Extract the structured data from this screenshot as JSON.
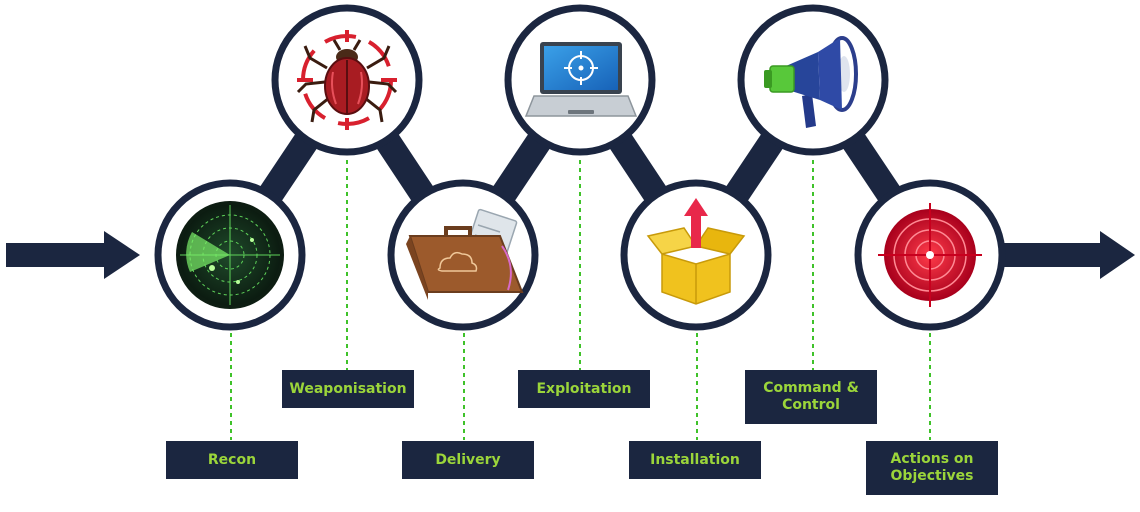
{
  "diagram": {
    "colors": {
      "navy": "#1b2640",
      "accent_green": "#9bd53a",
      "dotted_line": "#3fc22a",
      "background": "#ffffff"
    },
    "stages": [
      {
        "label": "Recon",
        "icon": "radar-icon"
      },
      {
        "label": "Weaponisation",
        "icon": "bug-target-icon"
      },
      {
        "label": "Delivery",
        "icon": "briefcase-icon"
      },
      {
        "label": "Exploitation",
        "icon": "laptop-target-icon"
      },
      {
        "label": "Installation",
        "icon": "box-upload-icon"
      },
      {
        "label": "Command & Control",
        "icon": "megaphone-icon"
      },
      {
        "label": "Actions on Objectives",
        "icon": "target-icon"
      }
    ]
  }
}
